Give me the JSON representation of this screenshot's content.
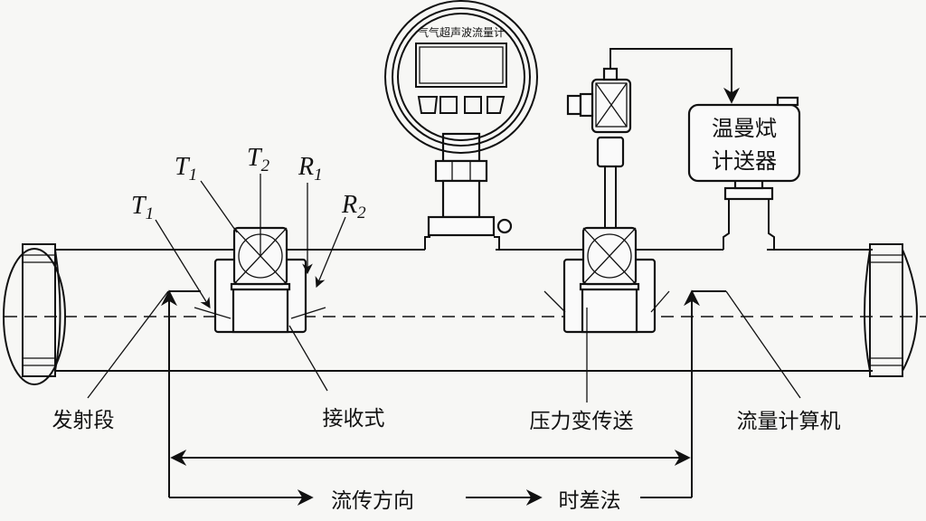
{
  "diagram": {
    "meter": {
      "label": "气气超声波流量计"
    },
    "transmitter_box": {
      "line1": "温曼烒",
      "line2": "计送器"
    },
    "symbols": {
      "t1_upper": {
        "base": "T",
        "sub": "1"
      },
      "t2": {
        "base": "T",
        "sub": "2"
      },
      "r1": {
        "base": "R",
        "sub": "1"
      },
      "t1_lower": {
        "base": "T",
        "sub": "1"
      },
      "r2": {
        "base": "R",
        "sub": "2"
      }
    },
    "labels": {
      "emitter": "发射段",
      "receiver": "接收式",
      "pressure": "压力变传送",
      "computer": "流量计算机",
      "flow_direction": "流传方向",
      "time_diff": "时差法"
    },
    "colors": {
      "line": "#111111",
      "background": "#f7f7f5"
    }
  }
}
